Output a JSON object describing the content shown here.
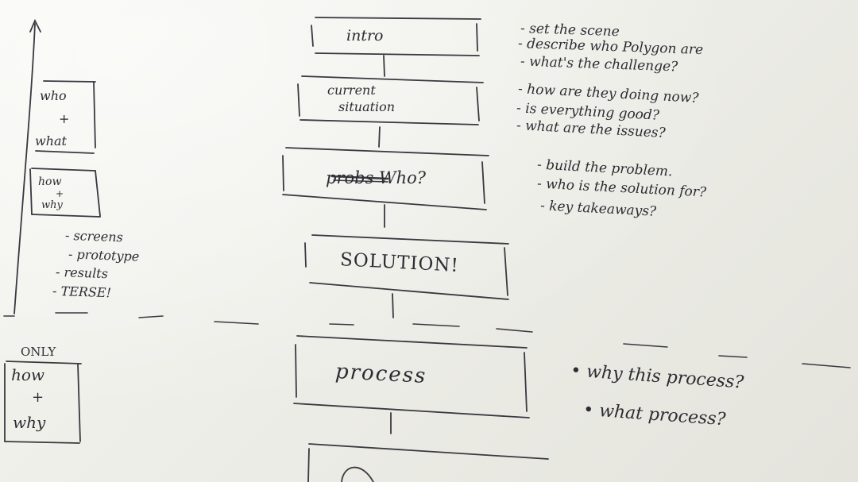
{
  "flow": {
    "boxes": [
      {
        "label_lines": [
          "intro"
        ]
      },
      {
        "label_lines": [
          "current",
          "situation"
        ]
      },
      {
        "label_lines": [
          "probs Who?"
        ]
      },
      {
        "label_lines": [
          "SOLUTION!"
        ]
      },
      {
        "label_lines": [
          "process"
        ]
      }
    ]
  },
  "notes": {
    "intro": [
      "- set the scene",
      "- describe who Polygon are",
      "- what's the challenge?"
    ],
    "situation": [
      "- how are they doing now?",
      "- is everything good?",
      "- what are the issues?"
    ],
    "who": [
      "- build the problem.",
      "- who is the solution for?",
      "- key takeaways?"
    ],
    "process": [
      "• why this process?",
      "• what process?"
    ]
  },
  "sidebar": {
    "who_what": [
      "who",
      "+",
      "what"
    ],
    "how_why": [
      "how",
      "+",
      "why"
    ],
    "solution_list": [
      "- screens",
      "- prototype",
      "- results",
      "- TERSE!"
    ],
    "only_label": "ONLY",
    "only_how_why": [
      "how",
      "+",
      "why"
    ]
  }
}
